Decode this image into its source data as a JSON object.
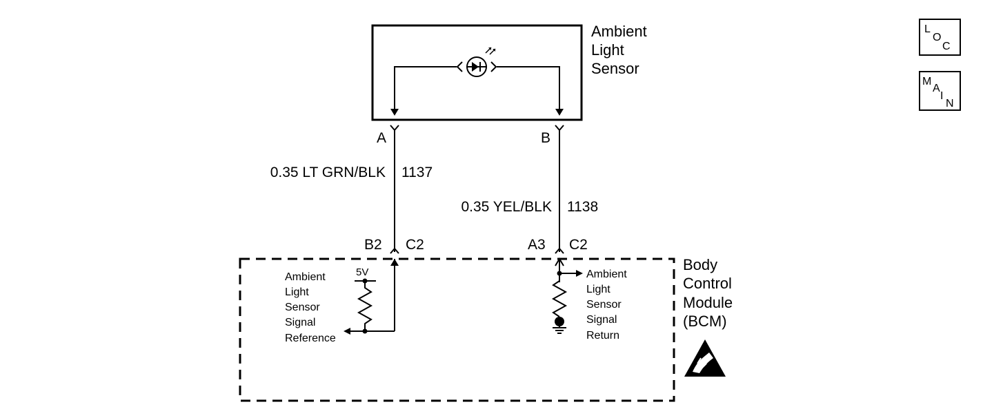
{
  "sensor": {
    "label_lines": [
      "Ambient",
      "Light",
      "Sensor"
    ]
  },
  "connector_a": {
    "pin": "A"
  },
  "connector_b": {
    "pin": "B"
  },
  "wire_1137": {
    "spec": "0.35 LT GRN/BLK",
    "circuit": "1137"
  },
  "wire_1138": {
    "spec": "0.35 YEL/BLK",
    "circuit": "1138"
  },
  "bcm_connectors": {
    "b2_pin": "B2",
    "b2_conn": "C2",
    "a3_pin": "A3",
    "a3_conn": "C2"
  },
  "bcm": {
    "label_lines": [
      "Body",
      "Control",
      "Module",
      "(BCM)"
    ]
  },
  "reference": {
    "voltage": "5V",
    "label_lines": [
      "Ambient",
      "Light",
      "Sensor",
      "Signal",
      "Reference"
    ]
  },
  "return": {
    "label_lines": [
      "Ambient",
      "Light",
      "Sensor",
      "Signal",
      "Return"
    ]
  },
  "nav": {
    "loc": [
      "L",
      "O",
      "C"
    ],
    "main": [
      "M",
      "A",
      "I",
      "N"
    ]
  },
  "icons": {
    "esd": "esd-warning-icon",
    "photodiode": "photodiode-icon",
    "ground": "ground-icon"
  }
}
